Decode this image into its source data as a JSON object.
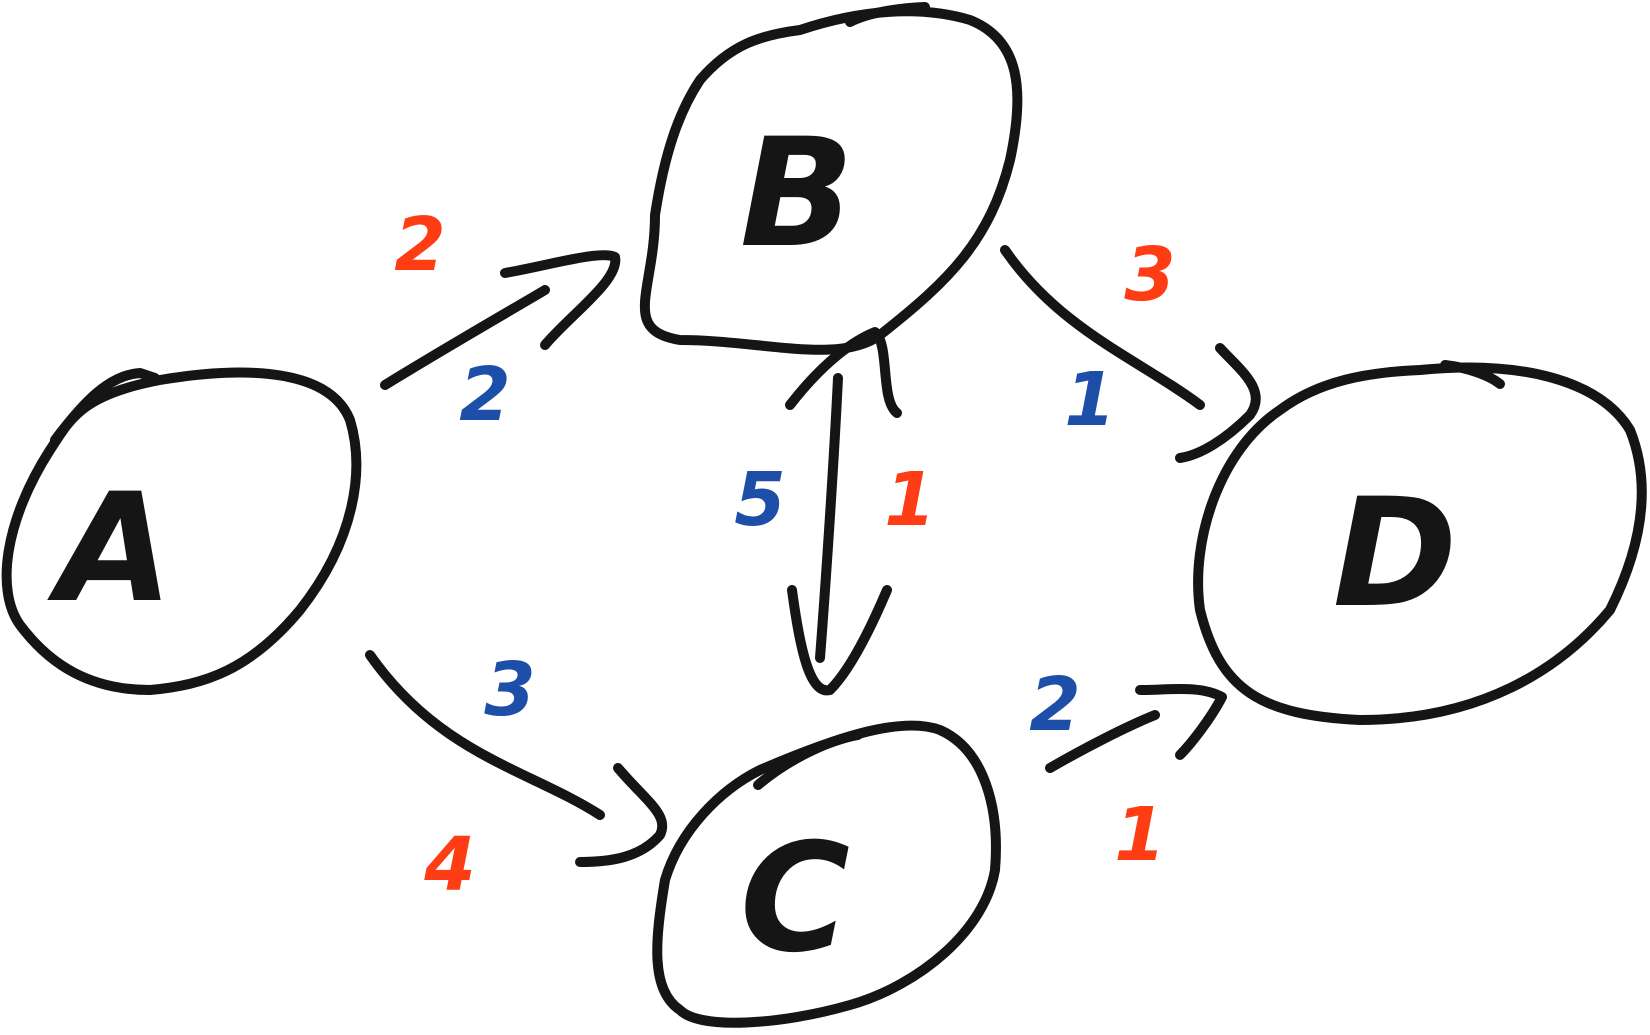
{
  "colors": {
    "ink": "#151515",
    "capacity": "#ff3d14",
    "flow": "#1d4fa8"
  },
  "nodes": [
    {
      "id": "A",
      "label": "A"
    },
    {
      "id": "B",
      "label": "B"
    },
    {
      "id": "C",
      "label": "C"
    },
    {
      "id": "D",
      "label": "D"
    }
  ],
  "edges": [
    {
      "id": "A-B",
      "from": "A",
      "to": "B",
      "capacity": "2",
      "flow": "2"
    },
    {
      "id": "A-C",
      "from": "A",
      "to": "C",
      "capacity": "4",
      "flow": "3"
    },
    {
      "id": "B-C",
      "from": "B",
      "to": "C",
      "capacity": "",
      "flow": "5"
    },
    {
      "id": "C-B",
      "from": "C",
      "to": "B",
      "capacity": "1",
      "flow": ""
    },
    {
      "id": "B-D",
      "from": "B",
      "to": "D",
      "capacity": "3",
      "flow": "1"
    },
    {
      "id": "C-D",
      "from": "C",
      "to": "D",
      "capacity": "1",
      "flow": "2"
    }
  ]
}
